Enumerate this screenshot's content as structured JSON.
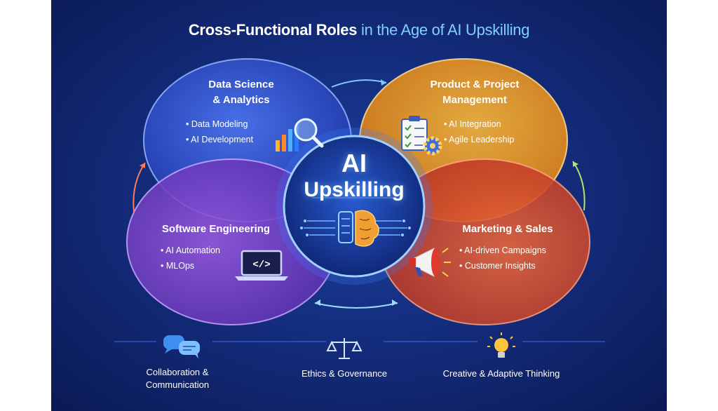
{
  "title": {
    "main": "Cross-Functional Roles",
    "highlight": "in the Age of AI Upskilling"
  },
  "center": {
    "line1": "AI",
    "line2": "Upskilling",
    "icon": "circuit-brain-icon"
  },
  "sections": {
    "data_science": {
      "title_1": "Data Science",
      "title_2": "& Analytics",
      "bullets": [
        "Data Modeling",
        "AI Development"
      ],
      "icon": "bar-chart-magnifier-icon",
      "color": "#2e4fc4"
    },
    "product": {
      "title_1": "Product & Project",
      "title_2": "Management",
      "bullets": [
        "AI Integration",
        "Agile Leadership"
      ],
      "icon": "clipboard-gear-icon",
      "color": "#e8961c"
    },
    "software": {
      "title_1": "Software Engineering",
      "bullets": [
        "AI Automation",
        "MLOps"
      ],
      "icon": "laptop-code-icon",
      "color": "#7a3fc8"
    },
    "marketing": {
      "title_1": "Marketing & Sales",
      "bullets": [
        "AI-driven Campaigns",
        "Customer Insights"
      ],
      "icon": "megaphone-icon",
      "color": "#d9482a"
    }
  },
  "footer": {
    "collaboration": {
      "line1": "Collaboration &",
      "line2": "Communication",
      "icon": "chat-bubbles-icon"
    },
    "ethics": {
      "label": "Ethics & Governance",
      "icon": "scales-icon"
    },
    "creative": {
      "label": "Creative & Adaptive Thinking",
      "icon": "lightbulb-icon"
    }
  }
}
